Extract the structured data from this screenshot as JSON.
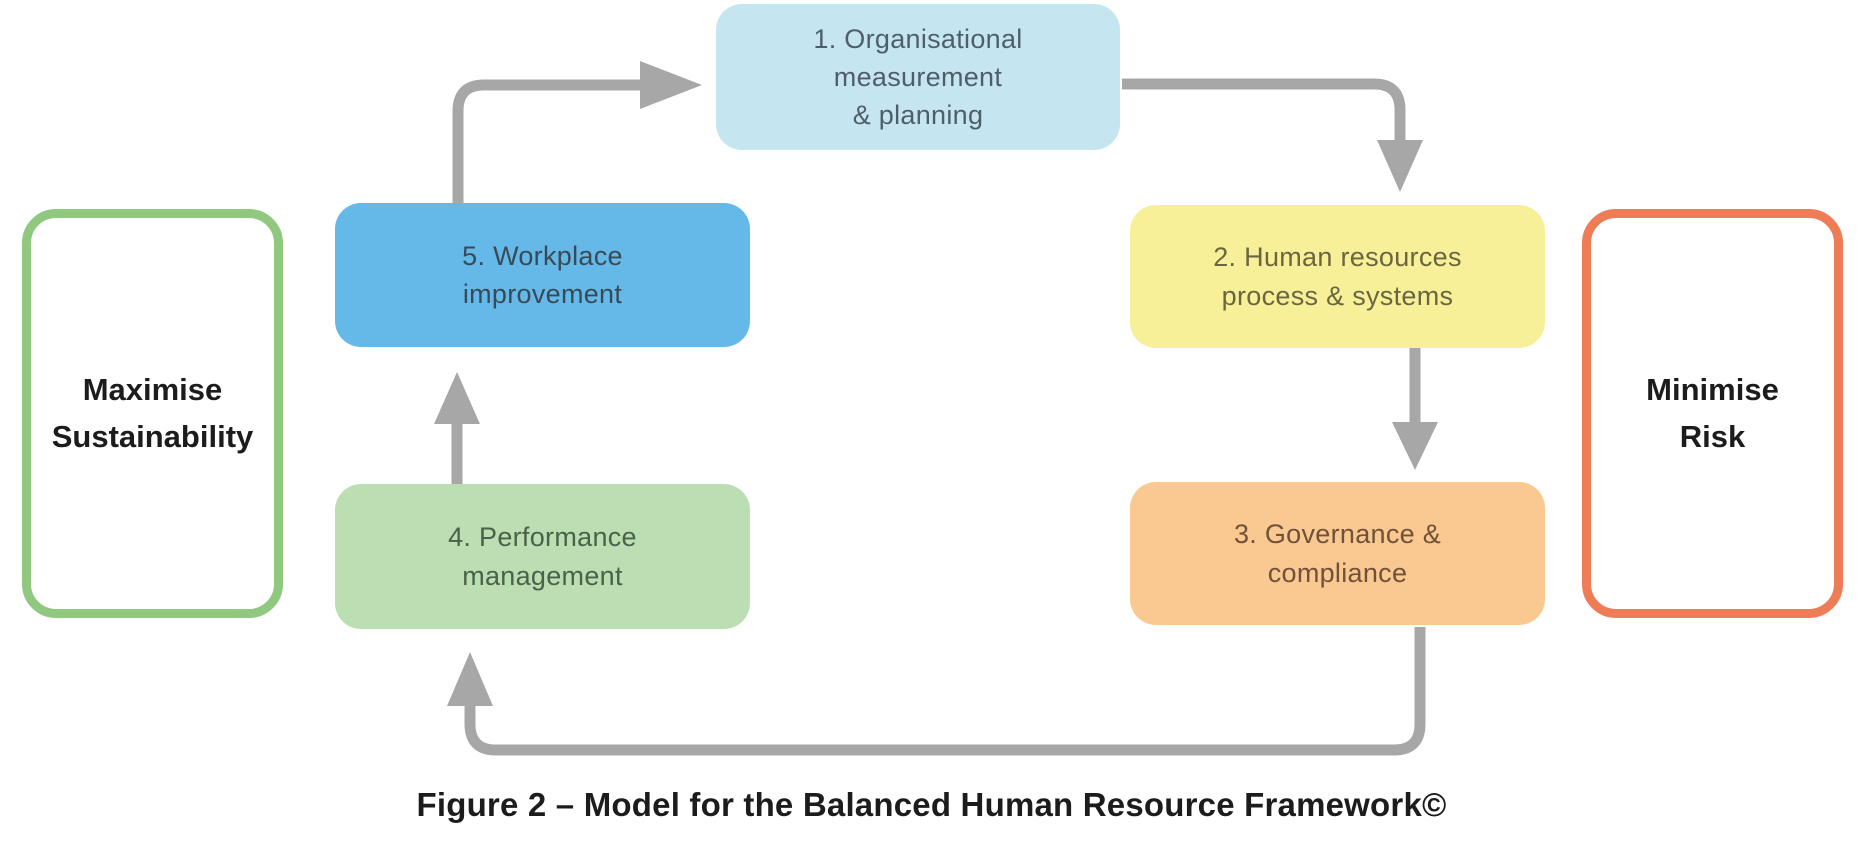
{
  "caption": "Figure 2 – Model for the Balanced Human Resource Framework©",
  "nodes": [
    {
      "id": "organisational-measurement-planning",
      "label": "1. Organisational\nmeasurement\n& planning",
      "bg": "#c5e6f0",
      "fg": "#4e5f6a"
    },
    {
      "id": "hr-process-systems",
      "label": "2. Human resources\nprocess & systems",
      "bg": "#f7f098",
      "fg": "#6a6640"
    },
    {
      "id": "governance-compliance",
      "label": "3. Governance &\ncompliance",
      "bg": "#f9c991",
      "fg": "#70513a"
    },
    {
      "id": "performance-management",
      "label": "4. Performance\nmanagement",
      "bg": "#bbdfb3",
      "fg": "#49624a"
    },
    {
      "id": "workplace-improvement",
      "label": "5. Workplace\nimprovement",
      "bg": "#65b9e8",
      "fg": "#394a57"
    }
  ],
  "outcomes": {
    "left": {
      "label": "Maximise\nSustainability",
      "border": "#8fc87e",
      "fg": "#1c1c1c"
    },
    "right": {
      "label": "Minimise\nRisk",
      "border": "#ee7c56",
      "fg": "#1c1c1c"
    }
  },
  "edges": [
    {
      "from": "workplace-improvement",
      "to": "organisational-measurement-planning"
    },
    {
      "from": "organisational-measurement-planning",
      "to": "hr-process-systems"
    },
    {
      "from": "hr-process-systems",
      "to": "governance-compliance"
    },
    {
      "from": "governance-compliance",
      "to": "performance-management"
    },
    {
      "from": "performance-management",
      "to": "workplace-improvement"
    }
  ],
  "colors": {
    "arrow": "#a7a7a7",
    "background": "#ffffff",
    "caption_text": "#1c1c1c"
  }
}
